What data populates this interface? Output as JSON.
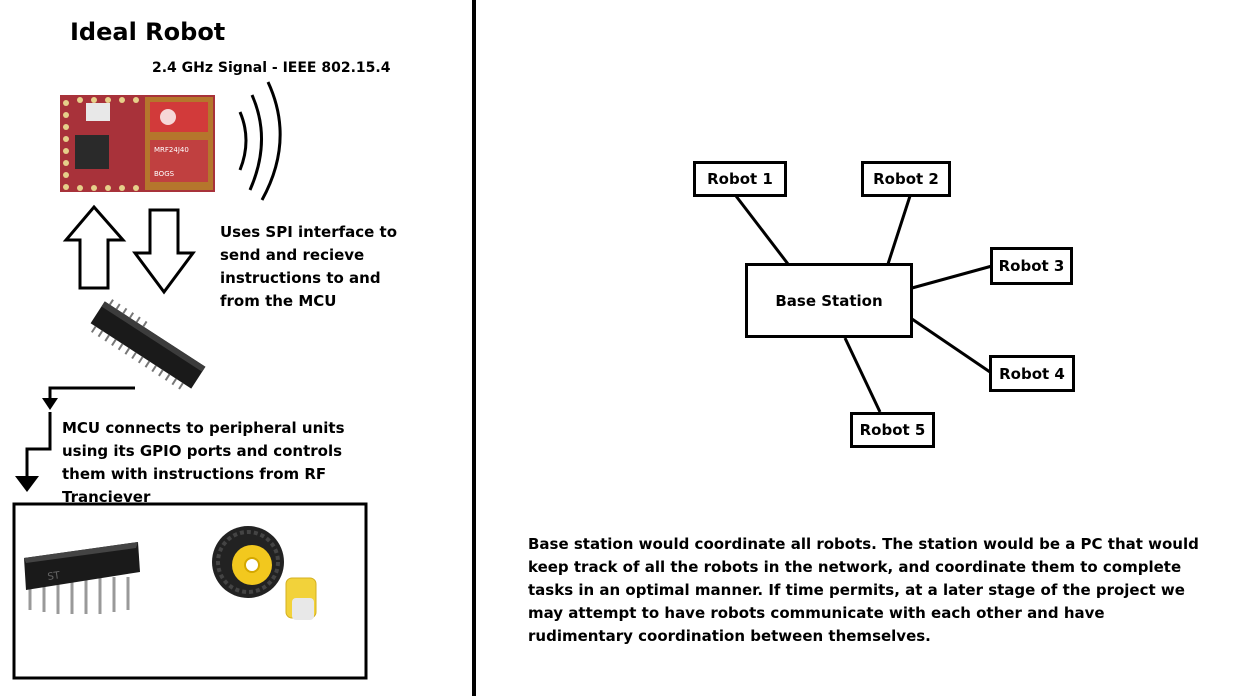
{
  "left_panel": {
    "title": "Ideal Robot",
    "signal_label": "2.4 GHz Signal - IEEE 802.15.4",
    "spi_note": "Uses SPI interface to send and recieve instructions to and from the MCU",
    "mcu_note": "MCU connects to peripheral  units using its GPIO ports and controls them with instructions from RF Tranciever"
  },
  "network": {
    "base": "Base Station",
    "robots": [
      "Robot 1",
      "Robot 2",
      "Robot 3",
      "Robot 4",
      "Robot 5"
    ]
  },
  "description": "Base station would coordinate all robots. The station would be a PC that would keep track of all the robots in the network, and coordinate them to complete tasks in an optimal manner. If time permits, at a later stage of the project we may attempt to have robots communicate with each other and have rudimentary coordination between themselves."
}
